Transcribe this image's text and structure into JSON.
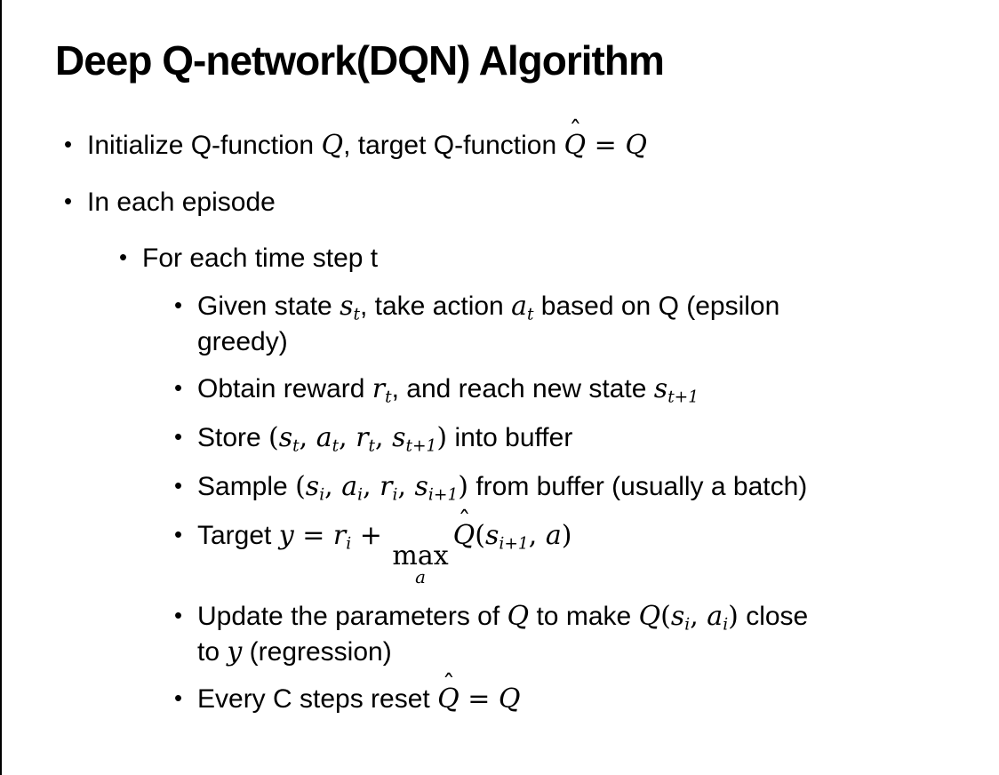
{
  "colors": {
    "background": "#ffffff",
    "text": "#000000",
    "edge_line": "#000000"
  },
  "slide": {
    "title": "Deep Q-network(DQN) Algorithm",
    "bullet_char": "•",
    "hat_char": "ˆ",
    "bullets": [
      {
        "level": 1,
        "segments": [
          {
            "k": "t",
            "v": "Initialize Q-function "
          },
          {
            "k": "i",
            "v": "Q"
          },
          {
            "k": "t",
            "v": ", target Q-function "
          },
          {
            "k": "hat",
            "v": "Q"
          },
          {
            "k": "r",
            "v": " = "
          },
          {
            "k": "i",
            "v": "Q"
          }
        ]
      },
      {
        "level": 1,
        "segments": [
          {
            "k": "t",
            "v": "In each episode"
          }
        ]
      },
      {
        "level": 2,
        "segments": [
          {
            "k": "t",
            "v": "For each time step t"
          }
        ]
      },
      {
        "level": 3,
        "segments": [
          {
            "k": "t",
            "v": "Given state "
          },
          {
            "k": "sub",
            "b": "s",
            "s": "t"
          },
          {
            "k": "t",
            "v": ", take action "
          },
          {
            "k": "sub",
            "b": "a",
            "s": "t"
          },
          {
            "k": "t",
            "v": " based on Q (epsilon"
          },
          {
            "k": "br"
          },
          {
            "k": "t",
            "v": "greedy)"
          }
        ]
      },
      {
        "level": 3,
        "segments": [
          {
            "k": "t",
            "v": "Obtain reward "
          },
          {
            "k": "sub",
            "b": "r",
            "s": "t"
          },
          {
            "k": "t",
            "v": ", and reach new state "
          },
          {
            "k": "sub",
            "b": "s",
            "s": "t+1"
          }
        ]
      },
      {
        "level": 3,
        "segments": [
          {
            "k": "t",
            "v": "Store "
          },
          {
            "k": "r",
            "v": "("
          },
          {
            "k": "sub",
            "b": "s",
            "s": "t"
          },
          {
            "k": "r",
            "v": ", "
          },
          {
            "k": "sub",
            "b": "a",
            "s": "t"
          },
          {
            "k": "r",
            "v": ", "
          },
          {
            "k": "sub",
            "b": "r",
            "s": "t"
          },
          {
            "k": "r",
            "v": ", "
          },
          {
            "k": "sub",
            "b": "s",
            "s": "t+1"
          },
          {
            "k": "r",
            "v": ")"
          },
          {
            "k": "t",
            "v": " into buffer"
          }
        ]
      },
      {
        "level": 3,
        "segments": [
          {
            "k": "t",
            "v": "Sample "
          },
          {
            "k": "r",
            "v": "("
          },
          {
            "k": "sub",
            "b": "s",
            "s": "i"
          },
          {
            "k": "r",
            "v": ", "
          },
          {
            "k": "sub",
            "b": "a",
            "s": "i"
          },
          {
            "k": "r",
            "v": ", "
          },
          {
            "k": "sub",
            "b": "r",
            "s": "i"
          },
          {
            "k": "r",
            "v": ", "
          },
          {
            "k": "sub",
            "b": "s",
            "s": "i+1"
          },
          {
            "k": "r",
            "v": ")"
          },
          {
            "k": "t",
            "v": " from buffer (usually a batch)"
          }
        ]
      },
      {
        "level": 3,
        "segments": [
          {
            "k": "t",
            "v": "Target "
          },
          {
            "k": "i",
            "v": "y"
          },
          {
            "k": "r",
            "v": " = "
          },
          {
            "k": "sub",
            "b": "r",
            "s": "i"
          },
          {
            "k": "r",
            "v": " + "
          },
          {
            "k": "max",
            "op": "max",
            "v": "a"
          },
          {
            "k": "hat",
            "v": "Q"
          },
          {
            "k": "r",
            "v": "("
          },
          {
            "k": "sub",
            "b": "s",
            "s": "i+1"
          },
          {
            "k": "r",
            "v": ", "
          },
          {
            "k": "i",
            "v": "a"
          },
          {
            "k": "r",
            "v": ")"
          }
        ]
      },
      {
        "level": 3,
        "segments": [
          {
            "k": "t",
            "v": "Update the parameters of "
          },
          {
            "k": "i",
            "v": "Q"
          },
          {
            "k": "t",
            "v": " to make "
          },
          {
            "k": "i",
            "v": "Q"
          },
          {
            "k": "r",
            "v": "("
          },
          {
            "k": "sub",
            "b": "s",
            "s": "i"
          },
          {
            "k": "r",
            "v": ", "
          },
          {
            "k": "sub",
            "b": "a",
            "s": "i"
          },
          {
            "k": "r",
            "v": ")"
          },
          {
            "k": "t",
            "v": " close"
          },
          {
            "k": "br"
          },
          {
            "k": "t",
            "v": "to "
          },
          {
            "k": "i",
            "v": "y"
          },
          {
            "k": "t",
            "v": " (regression)"
          }
        ]
      },
      {
        "level": 3,
        "segments": [
          {
            "k": "t",
            "v": "Every C steps reset "
          },
          {
            "k": "hat",
            "v": "Q"
          },
          {
            "k": "r",
            "v": " = "
          },
          {
            "k": "i",
            "v": "Q"
          }
        ]
      }
    ]
  }
}
